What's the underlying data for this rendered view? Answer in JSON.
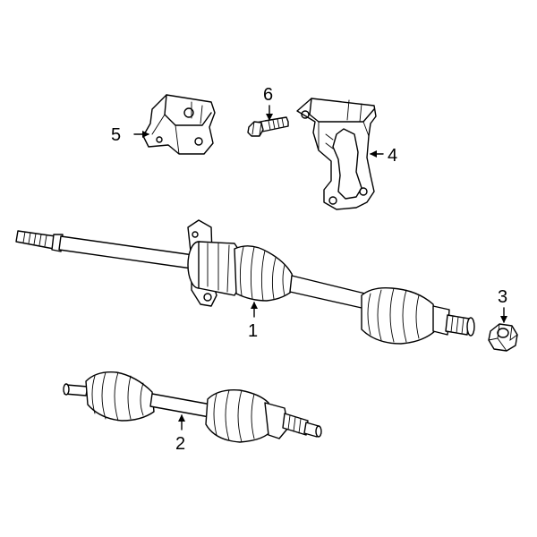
{
  "diagram": {
    "callouts": [
      {
        "id": "1",
        "label": "1"
      },
      {
        "id": "2",
        "label": "2"
      },
      {
        "id": "3",
        "label": "3"
      },
      {
        "id": "4",
        "label": "4"
      },
      {
        "id": "5",
        "label": "5"
      },
      {
        "id": "6",
        "label": "6"
      }
    ],
    "colors": {
      "line": "#000000",
      "fill": "#ffffff"
    }
  }
}
